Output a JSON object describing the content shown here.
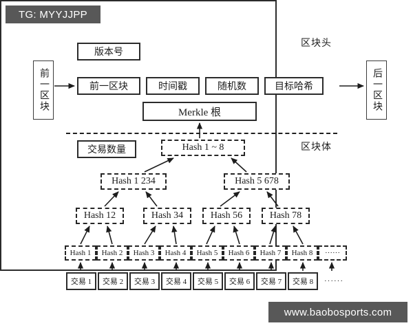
{
  "watermarks": {
    "tag": "TG: MYYJJPP",
    "url": "www.baobosports.com"
  },
  "diagram": {
    "title_header": "区块头",
    "title_body": "区块体",
    "prev_block_label": "前一区块",
    "next_block_label": "后一区块",
    "header_fields": [
      {
        "id": "version",
        "label": "版本号"
      },
      {
        "id": "prevhash",
        "label": "前一区块"
      },
      {
        "id": "timestamp",
        "label": "时间戳"
      },
      {
        "id": "nonce",
        "label": "随机数"
      },
      {
        "id": "target",
        "label": "目标哈希"
      },
      {
        "id": "merkle",
        "label": "Merkle 根"
      }
    ],
    "body_fields": [
      {
        "id": "txcount",
        "label": "交易数量"
      }
    ],
    "merkle_tree": {
      "root": "Hash 1 ~ 8",
      "level2": [
        "Hash 1 234",
        "Hash 5 678"
      ],
      "level3": [
        "Hash 12",
        "Hash 34",
        "Hash 56",
        "Hash 78"
      ],
      "leaves": [
        "Hash 1",
        "Hash 2",
        "Hash 3",
        "Hash 4",
        "Hash 5",
        "Hash 6",
        "Hash 7",
        "Hash 8"
      ],
      "leaves_overflow": "······"
    },
    "transactions": [
      "交易 1",
      "交易 2",
      "交易 3",
      "交易 4",
      "交易 5",
      "交易 6",
      "交易 7",
      "交易 8"
    ],
    "transactions_overflow": "······"
  },
  "colors": {
    "watermark_bg": "#585858",
    "watermark_text": "#ffffff",
    "stroke": "#2b2b2b",
    "dashed_stroke": "#262626",
    "page_bg": "#ffffff"
  }
}
